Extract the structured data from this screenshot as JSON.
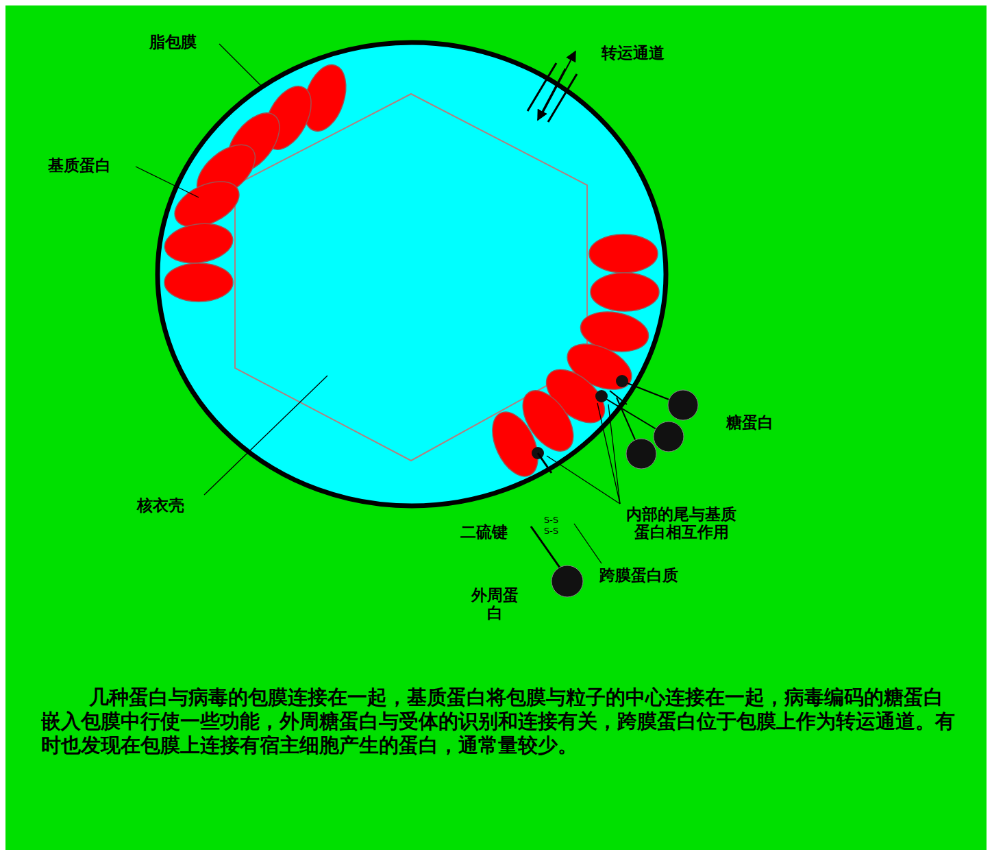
{
  "diagram": {
    "caption": "几种蛋白与病毒的包膜连接在一起，基质蛋白将包膜与粒子的中心连接在一起，病毒编码的糖蛋白嵌入包膜中行使一些功能，外周糖蛋白与受体的识别和连接有关，跨膜蛋白位于包膜上作为转运通道。有时也发现在包膜上连接有宿主细胞产生的蛋白，通常量较少。",
    "labels": [
      "脂包膜",
      "转运通道",
      "基质蛋白",
      "糖蛋白",
      "核衣壳",
      "内部的尾与基质蛋白相互作用",
      "S-S",
      "S-S",
      "二硫键",
      "跨膜蛋白质",
      "外周蛋白"
    ]
  }
}
